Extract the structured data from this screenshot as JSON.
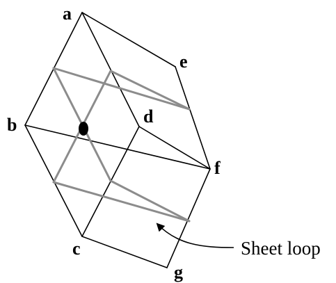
{
  "vertex_labels": {
    "a": "a",
    "b": "b",
    "c": "c",
    "d": "d",
    "e": "e",
    "f": "f",
    "g": "g"
  },
  "annotation": {
    "text": "Sheet loop"
  },
  "colors": {
    "edges": "#000000",
    "sheet_loop": "#8c8c8c",
    "dot": "#000000"
  }
}
